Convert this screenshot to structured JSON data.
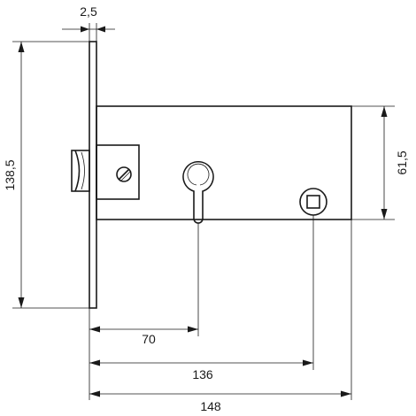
{
  "dimensions": {
    "faceplate_thickness": "2,5",
    "faceplate_height": "138,5",
    "case_height": "61,5",
    "backset_cylinder": "70",
    "backset_square": "136",
    "overall_length": "148"
  }
}
